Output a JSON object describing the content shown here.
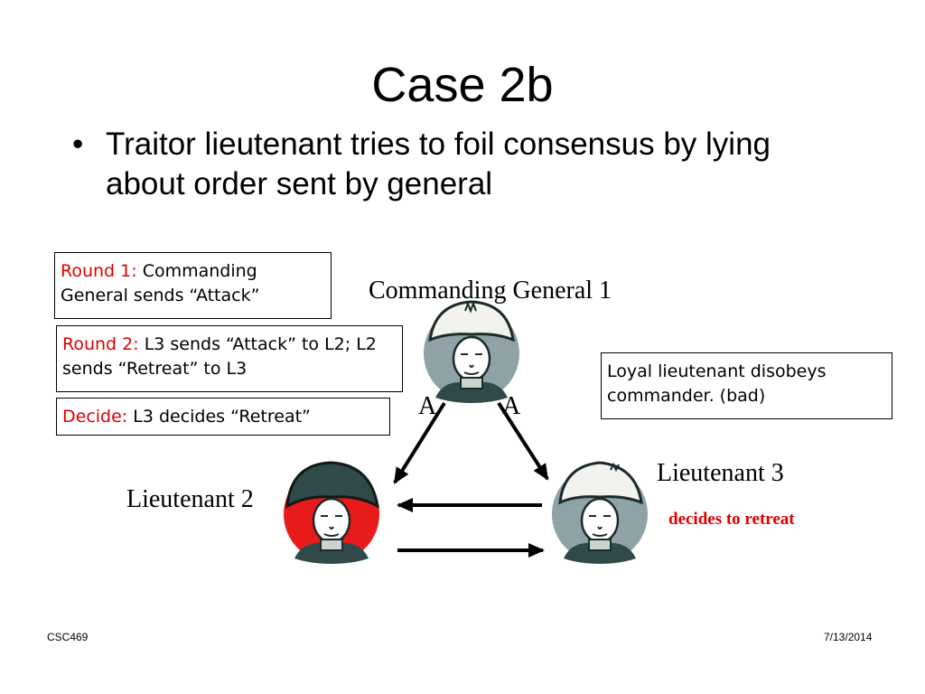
{
  "slide": {
    "title": "Case 2b",
    "bullet_marker": "•",
    "bullet": "Traitor lieutenant tries to foil consensus by lying about order sent by general"
  },
  "rounds": {
    "round1": {
      "label": "Round 1:",
      "text": " Commanding General sends “Attack”"
    },
    "round2": {
      "label": "Round 2:",
      "text": " L3 sends “Attack” to L2; L2 sends “Retreat” to L3"
    },
    "decide": {
      "label": "Decide:",
      "text": " L3 decides “Retreat”"
    }
  },
  "note": "Loyal lieutenant disobeys commander. (bad)",
  "nodes": {
    "general": {
      "label": "Commanding General 1",
      "icon": "general-portrait-icon",
      "ring_color": "#8fa3a6"
    },
    "lt2": {
      "label": "Lieutenant 2",
      "icon": "traitor-portrait-icon",
      "ring_color": "#e81a1a"
    },
    "lt3": {
      "label": "Lieutenant 3",
      "icon": "lieutenant-portrait-icon",
      "ring_color": "#8fa3a6",
      "note": "decides to retreat"
    }
  },
  "edges": {
    "general_to_lt2": "A",
    "general_to_lt3": "A"
  },
  "footer": {
    "course": "CSC469",
    "date": "7/13/2014"
  },
  "colors": {
    "accent_red": "#e00000",
    "traitor_red": "#e81a1a",
    "portrait_gray": "#8fa3a6",
    "uniform_dark": "#2f4a48"
  }
}
